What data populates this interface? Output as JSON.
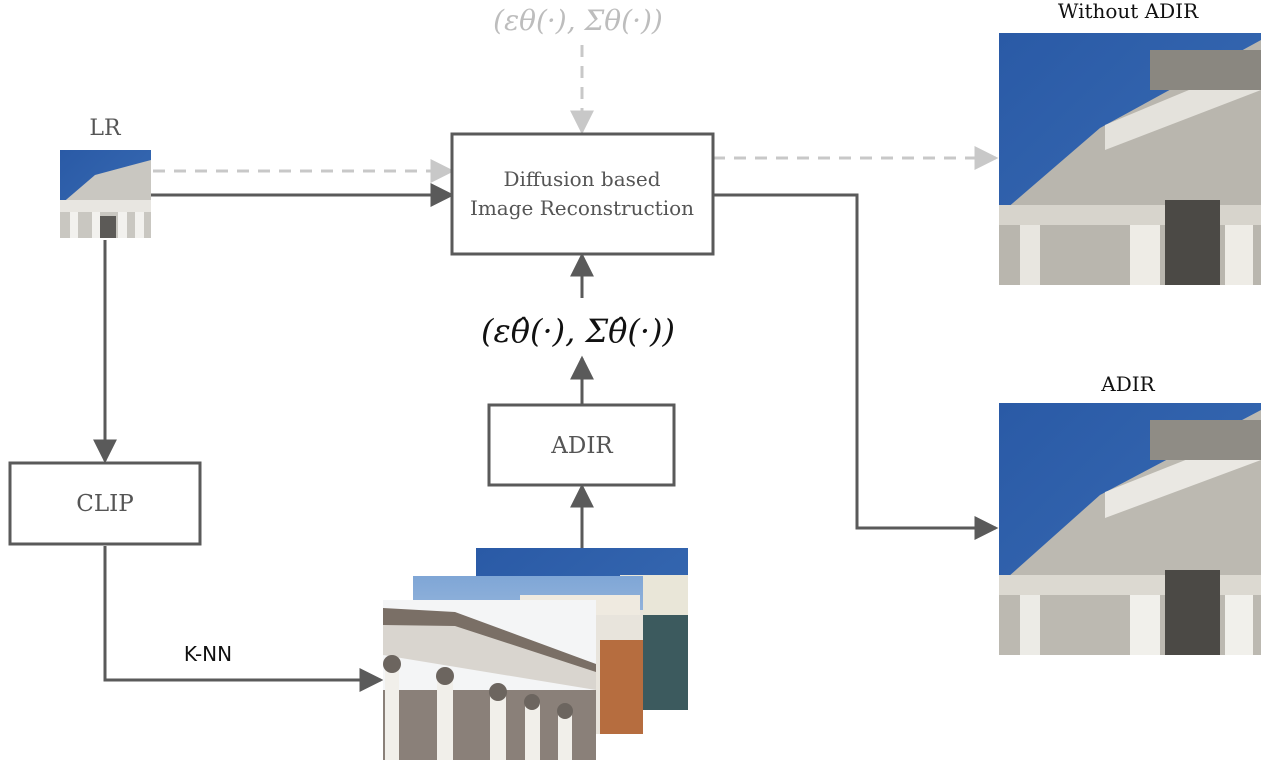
{
  "labels": {
    "lr": "LR",
    "clip": "CLIP",
    "knn": "K-NN",
    "diffusion_line1": "Diffusion based",
    "diffusion_line2": "Image Reconstruction",
    "adir_box": "ADIR",
    "without_adir": "Without ADIR",
    "adir_output": "ADIR"
  },
  "math": {
    "top_formula": "(εθ(·), Σθ(·))",
    "mid_formula": "(εθ̂(·), Σθ̂(·))"
  },
  "colors": {
    "arrow": "#5a5a5a",
    "dashed": "#c8c8c8",
    "sky": "#2f5fa8",
    "stone": "#d8d8d2"
  },
  "icons": {
    "lr_image": "building-thumbnail",
    "retrieved_images": "building-photo-stack",
    "output_images": "building-reconstruction"
  }
}
